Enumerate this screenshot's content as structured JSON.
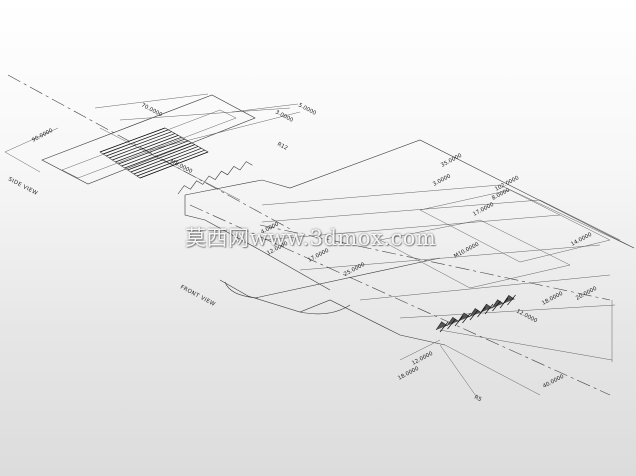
{
  "views": {
    "side": "SIDE VIEW",
    "front": "FRONT VIEW"
  },
  "dimensions": {
    "left_width": "90.0000",
    "top_length": "70.0000",
    "top_small_a": "5.0000",
    "top_small_b": "3.0000",
    "top_r": "R12",
    "left_thread": "M8.0000",
    "mid_a": "4.0000",
    "mid_b": "12.0000",
    "center_a": "17.0000",
    "center_b": "25.0000",
    "right_top_a": "35.0000",
    "right_top_b": "102.0000",
    "right_small": "3.0000",
    "right_mid": "8.0000",
    "right_m": "M10.0000",
    "far_right": "14.0000",
    "right_20": "20.0000",
    "right_18": "18.0000",
    "right_12": "12.0000",
    "right_40": "40.0000",
    "bottom_a": "12.0000",
    "bottom_b": "18.0000",
    "bottom_r": "R5"
  },
  "watermark": "莫西网www.3dmox.com"
}
